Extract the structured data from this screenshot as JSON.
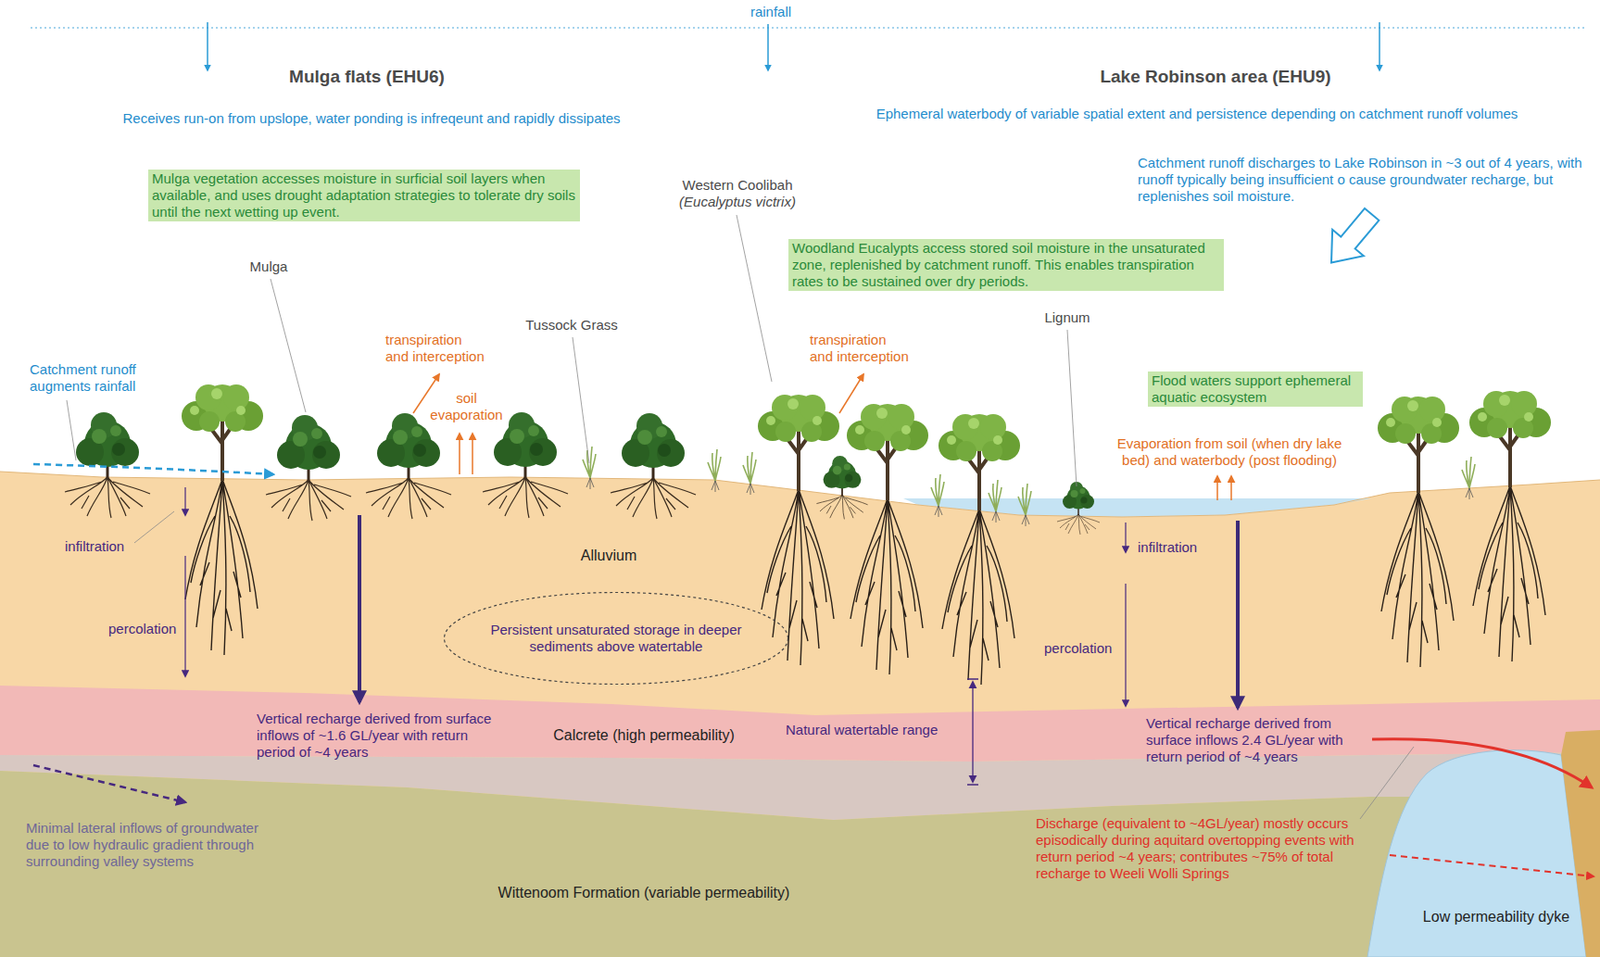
{
  "diagram": {
    "nodes": [
      {
        "text": [
          "Mulga vegetation accesses moisture in surficial soil layers when available, and uses drought adaptation strategies to tolerate dry soils until the next wetting up event."
        ]
      },
      {
        "text": [
          "Woodland Eucalypts access stored soil moisture in the unsaturated zone, replenished by catchment runoff. This enables transpiration rates to be sustained over dry periods."
        ]
      },
      {
        "text": [
          "Flood waters support ephemeral aquatic ecosystem"
        ]
      },
      {
        "text": [
          "Persistent unsaturated storage in deeper sediments above watertable"
        ]
      }
    ],
    "labels": [
      "rainfall",
      "Mulga flats (EHU6)",
      "Lake Robinson area (EHU9)",
      "Receives run-on from upslope, water ponding is infreqeunt and rapidly dissipates",
      "Ephemeral waterbody of variable spatial extent and persistence depending on catchment runoff volumes",
      "Catchment runoff discharges to Lake Robinson in ~3 out of 4 years, with runoff typically being insufficient o cause groundwater recharge, but replenishes soil moisture.",
      "Western Coolibah",
      "(Eucalyptus victrix)",
      "Mulga",
      "Tussock Grass",
      "Lignum",
      "transpiration and interception",
      "transpiration and interception",
      "soil evaporation",
      "Catchment runoff augments rainfall",
      "Evaporation from soil (when dry lake bed) and waterbody (post flooding)",
      "infiltration",
      "percolation",
      "Alluvium",
      "Vertical recharge derived from surface inflows of ~1.6 GL/year with return period of ~4 years",
      "Calcrete (high permeability)",
      "Natural watertable range",
      "Vertical recharge derived from surface inflows 2.4 GL/year with return period of ~4 years",
      "Minimal lateral inflows of groundwater due to low hydraulic gradient through surrounding valley systems",
      "Wittenoom Formation (variable permeability)",
      "Discharge (equivalent to ~4GL/year) mostly occurs episodically during aquitard overtopping events with return period ~4 years; contributes ~75% of total recharge to Weeli Wolli Springs",
      "Low permeability dyke",
      "infiltration",
      "percolation"
    ]
  }
}
